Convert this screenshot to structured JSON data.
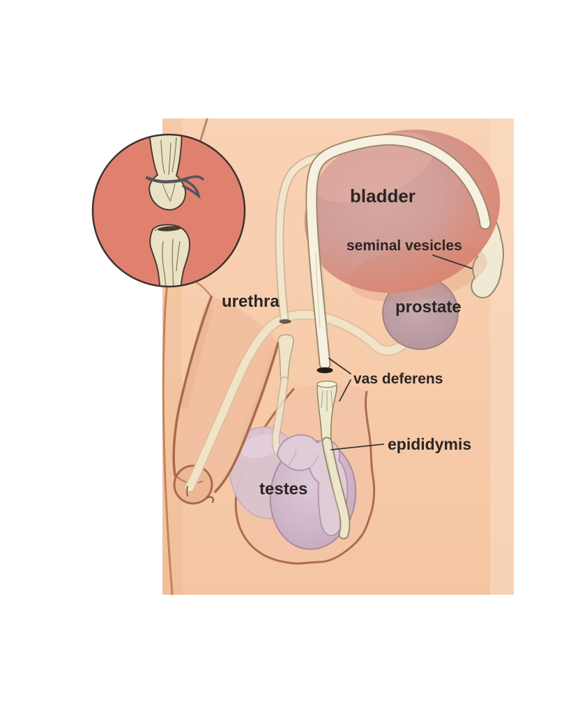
{
  "illustration": {
    "subject": "male reproductive system vasectomy diagram",
    "labels": {
      "bladder": "bladder",
      "seminal_vesicles": "seminal vesicles",
      "prostate": "prostate",
      "urethra": "urethra",
      "vas_deferens": "vas deferens",
      "epididymis": "epididymis",
      "testes": "testes"
    },
    "colors": {
      "background": "#ffffff",
      "skin": "#f7cca9",
      "inset_red": "#e08170",
      "bladder_edge": "#dc8471",
      "bladder_center": "#d5a8a4",
      "prostate": "#b2929a",
      "testis": "#cfb5c8",
      "epididymis": "#e0cbd8",
      "tube_cream": "#f6f1e0",
      "body_outline": "#aa694c",
      "thread_gray": "#55555f",
      "label_text": "#2b2522"
    }
  }
}
